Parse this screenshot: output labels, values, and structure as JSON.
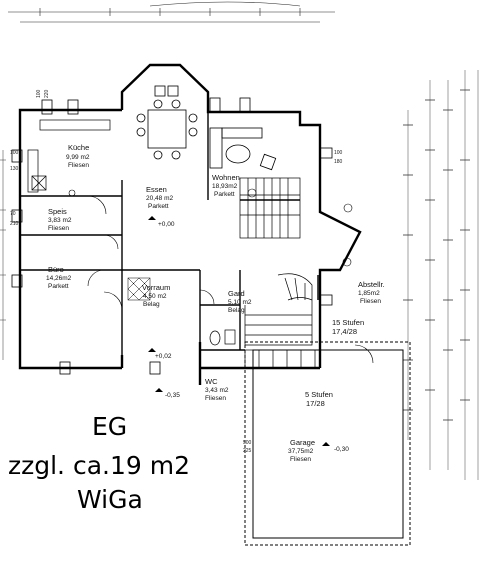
{
  "annotation": {
    "floor": "EG",
    "additional_area": "zzgl. ca.19 m2",
    "author": "WiGa"
  },
  "rooms": {
    "kueche": {
      "name": "Küche",
      "area": "9,99 m2",
      "floor": "Fliesen"
    },
    "speis": {
      "name": "Speis",
      "area": "3,83 m2",
      "floor": "Fliesen"
    },
    "buero": {
      "name": "Büro",
      "area": "14,26m2",
      "floor": "Parkett"
    },
    "essen": {
      "name": "Essen",
      "area": "20,48 m2",
      "floor": "Parkett"
    },
    "wohnen": {
      "name": "Wohnen",
      "area": "18,93m2",
      "floor": "Parkett"
    },
    "vorraum": {
      "name": "Vorraum",
      "area": "4,50 m2",
      "floor": "Belag"
    },
    "gard": {
      "name": "Gard",
      "area": "5,10 m2",
      "floor": "Belag"
    },
    "abstellr": {
      "name": "Abstellr.",
      "area": "1,85m2",
      "floor": "Fliesen"
    },
    "wc": {
      "name": "WC",
      "area": "3,43 m2",
      "floor": "Fliesen"
    },
    "garage": {
      "name": "Garage",
      "area": "37,75m2",
      "floor": "Fliesen"
    }
  },
  "stairs": {
    "upper": {
      "steps": "15 Stufen",
      "ratio": "17,4/28"
    },
    "lower": {
      "steps": "5 Stufen",
      "ratio": "17/28"
    }
  },
  "levels": {
    "ground": "+0,00",
    "entry": "+0,02",
    "outside": "-0,35",
    "garage": "-0,30"
  },
  "window_marks": {
    "w1": {
      "top": "100",
      "bottom": "130"
    },
    "w2": {
      "top": "100",
      "bottom": "220"
    },
    "w3": {
      "top": "100",
      "bottom": "180"
    },
    "w4": {
      "top": "70",
      "bottom": "210"
    },
    "garage_door": {
      "top": "500",
      "bottom": "225"
    }
  }
}
